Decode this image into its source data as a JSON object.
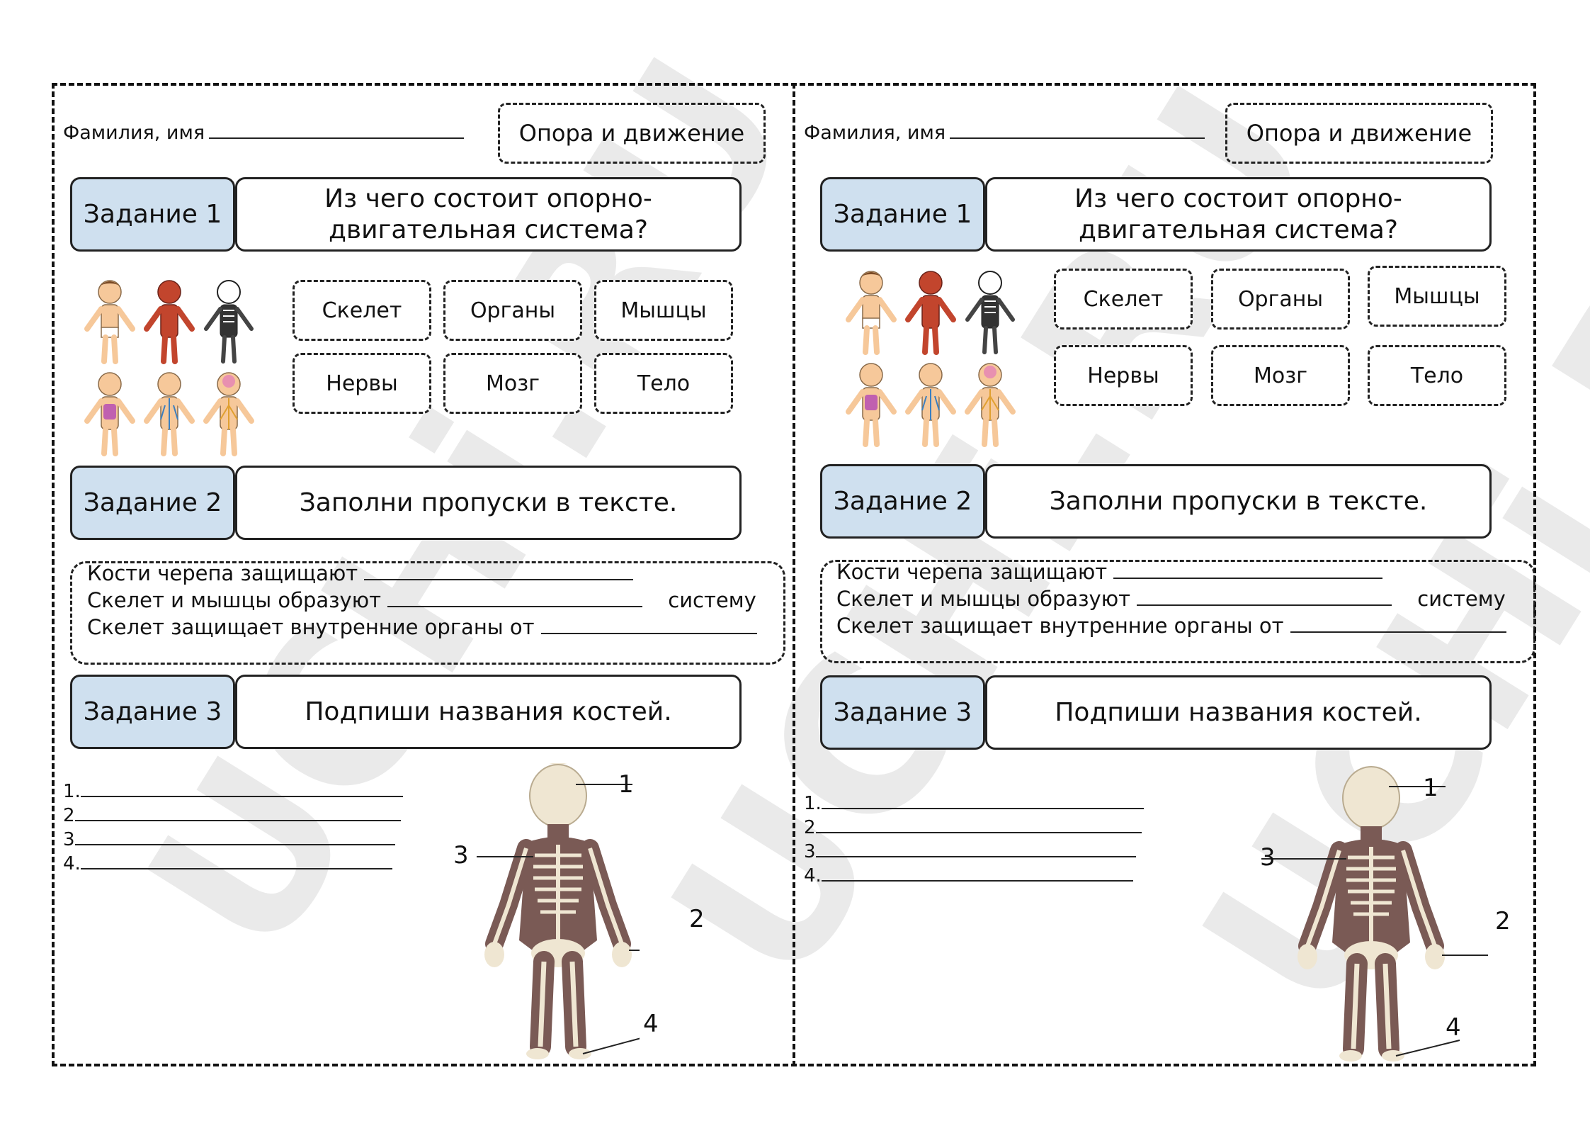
{
  "header": {
    "name_label": "Фамилия, имя",
    "topic": "Опора и движение"
  },
  "task1": {
    "label": "Задание 1",
    "title": "Из чего состоит опорно-двигательная система?",
    "words": [
      "Скелет",
      "Органы",
      "Мышцы",
      "Нервы",
      "Мозг",
      "Тело"
    ]
  },
  "task2": {
    "label": "Задание 2",
    "title": "Заполни пропуски в тексте.",
    "sentences": {
      "s1": "Кости черепа защищают",
      "s2": "Скелет и мышцы образуют",
      "s2_end": "систему",
      "s3": "Скелет защищает внутренние органы от"
    }
  },
  "task3": {
    "label": "Задание 3",
    "title": "Подпиши названия костей.",
    "answer_numbers": [
      "1.",
      "2",
      "3",
      "4."
    ],
    "callouts": [
      "1",
      "2",
      "3",
      "4"
    ]
  },
  "watermark": "UCHi.RU",
  "colors": {
    "label_fill": "#cfe0ef",
    "skin": "#f6c89a",
    "muscle": "#c2452d",
    "skeleton_body": "#7a5a55",
    "bone": "#efe6d2"
  }
}
